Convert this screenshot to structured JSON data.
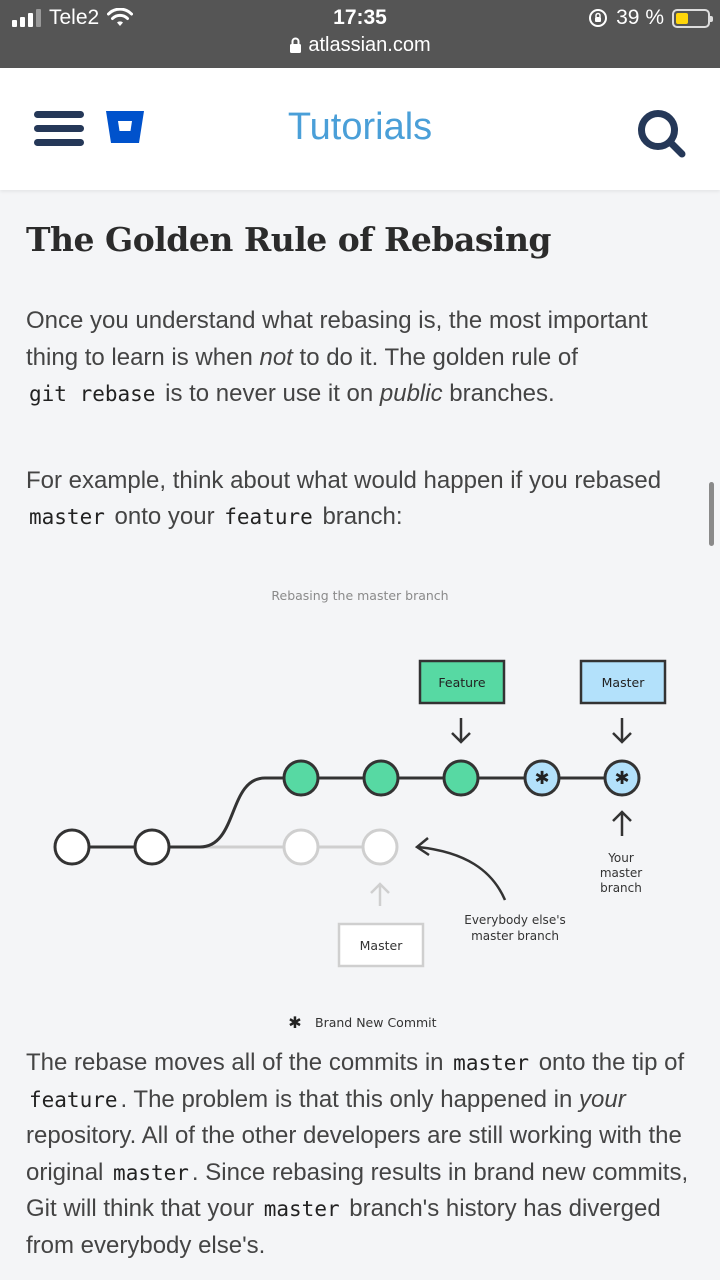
{
  "status_bar": {
    "carrier": "Tele2",
    "time": "17:35",
    "url": "atlassian.com",
    "battery": "39 %",
    "battery_level": 0.39
  },
  "header": {
    "title": "Tutorials",
    "brand_color": "#0052cc",
    "title_color": "#4a9fd8"
  },
  "article": {
    "heading": "The Golden Rule of Rebasing",
    "p1": {
      "a": "Once you understand what rebasing is, the most important thing to learn is when ",
      "b": "not",
      "c": " to do it. The golden rule of ",
      "code": "git rebase",
      "d": " is to never use it on ",
      "e": "public",
      "f": " branches."
    },
    "p2": {
      "a": "For example, think about what would happen if you rebased ",
      "code1": "master",
      "b": " onto your ",
      "code2": "feature",
      "c": " branch:"
    },
    "p3": {
      "a": "The rebase moves all of the commits in ",
      "code1": "master",
      "b": " onto the tip of ",
      "code2": "feature",
      "c": ". The problem is that this only happened in ",
      "d": "your",
      "e": " repository. All of the other developers are still working with the original ",
      "code3": "master",
      "f": ". Since rebasing results in brand new commits, Git will think that your ",
      "code4": "master",
      "g": " branch's history has diverged from everybody else's."
    }
  },
  "diagram": {
    "caption": "Rebasing the master branch",
    "feature_label": "Feature",
    "master_label_top": "Master",
    "master_label_bottom": "Master",
    "your_master_line1": "Your",
    "your_master_line2": "master",
    "your_master_line3": "branch",
    "everybody_line1": "Everybody else's",
    "everybody_line2": "master branch",
    "legend": "Brand New Commit",
    "colors": {
      "feature": "#57d9a3",
      "master": "#b3e1fb"
    }
  }
}
